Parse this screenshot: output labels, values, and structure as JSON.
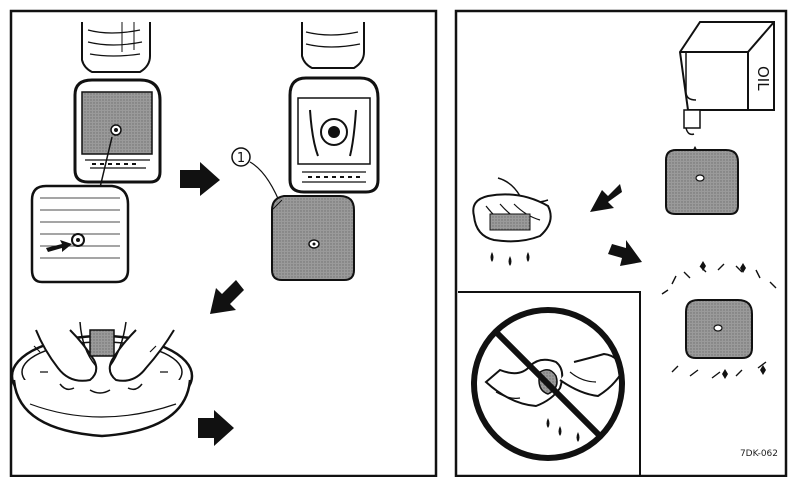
{
  "figure": {
    "callout_number": "1",
    "oil_container_label": "OIL",
    "figure_code": "7DK-062"
  },
  "colors": {
    "ink": "#111111",
    "sponge_fill": "#8e8e8e",
    "panel_background": "#ffffff"
  }
}
